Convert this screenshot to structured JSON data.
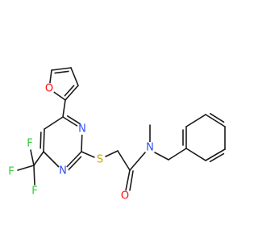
{
  "structure": {
    "atom_labels": {
      "furan_O": "O",
      "N_top": "N",
      "N_bottom": "N",
      "S": "S",
      "N_amide": "N",
      "O_carbonyl": "O",
      "F_left": "F",
      "F_top": "F",
      "F_bottom": "F"
    },
    "colors": {
      "bond": "#1a1a1a",
      "O": "#ff0d0d",
      "N": "#3050f8",
      "S": "#c8a800",
      "F": "#33cc33"
    }
  }
}
